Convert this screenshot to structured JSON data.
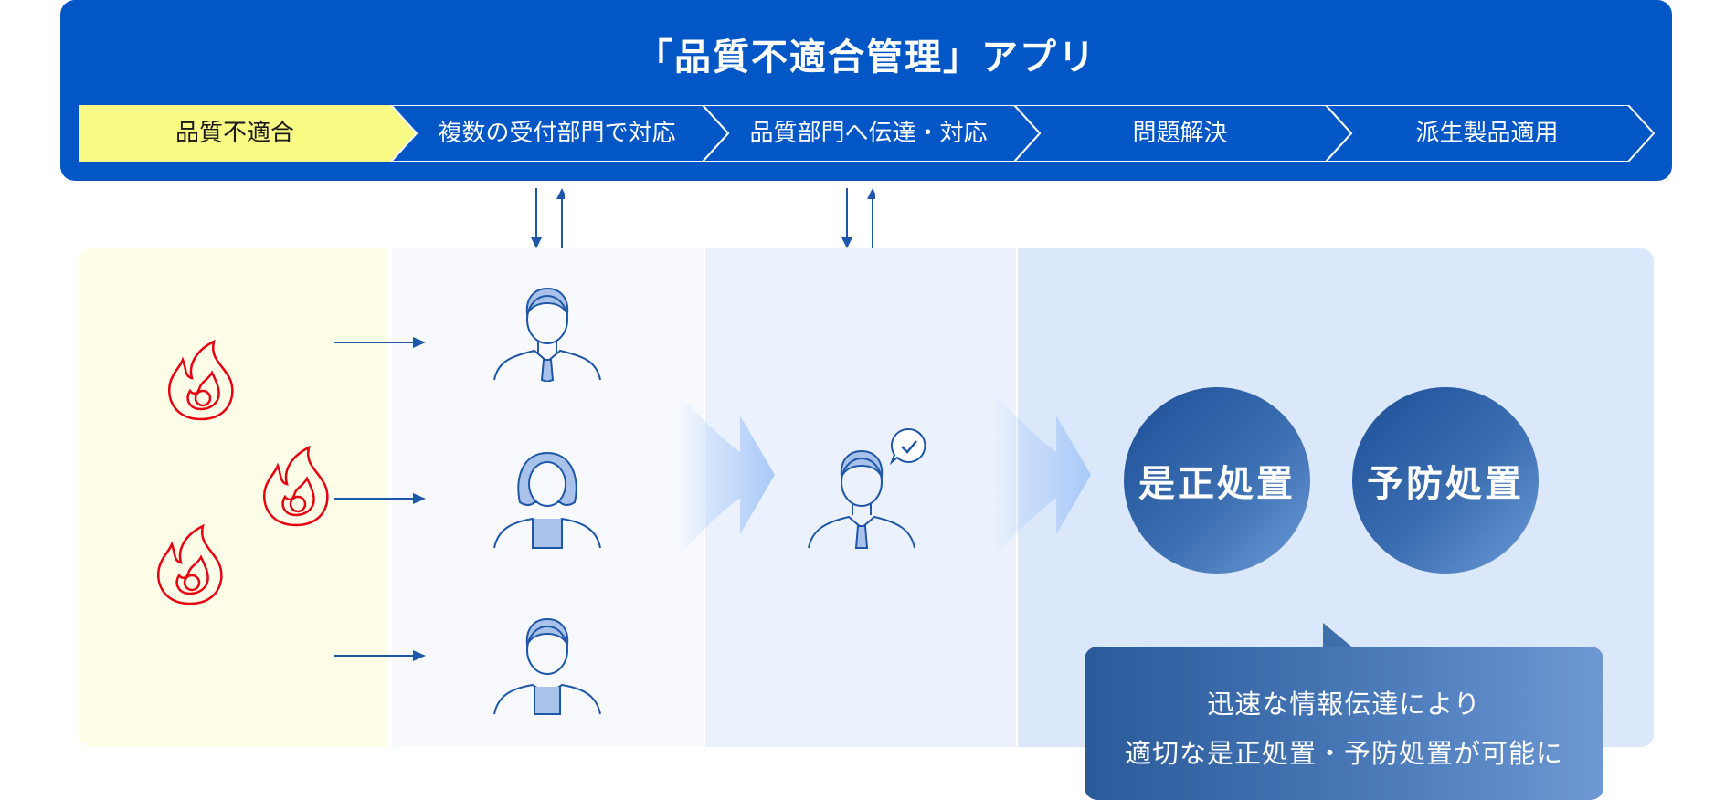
{
  "header": {
    "title": "「品質不適合管理」アプリ"
  },
  "steps": [
    {
      "label": "品質不適合",
      "active": true
    },
    {
      "label": "複数の受付部門で対応",
      "active": false
    },
    {
      "label": "品質部門へ伝達・対応",
      "active": false
    },
    {
      "label": "問題解決",
      "active": false
    },
    {
      "label": "派生製品適用",
      "active": false
    }
  ],
  "actions": {
    "corrective": "是正処置",
    "preventive": "予防処置"
  },
  "callout": {
    "line1": "迅速な情報伝達により",
    "line2": "適切な是正処置・予防処置が可能に"
  },
  "colors": {
    "header_blue": "#0356c6",
    "active_step": "#fafb84",
    "fire_red": "#e60012",
    "icon_blue": "#1f57a8"
  },
  "icons": [
    "flame-icon",
    "male-person-icon",
    "female-person-icon",
    "checkmark-bubble-icon",
    "flow-arrow-icon"
  ]
}
